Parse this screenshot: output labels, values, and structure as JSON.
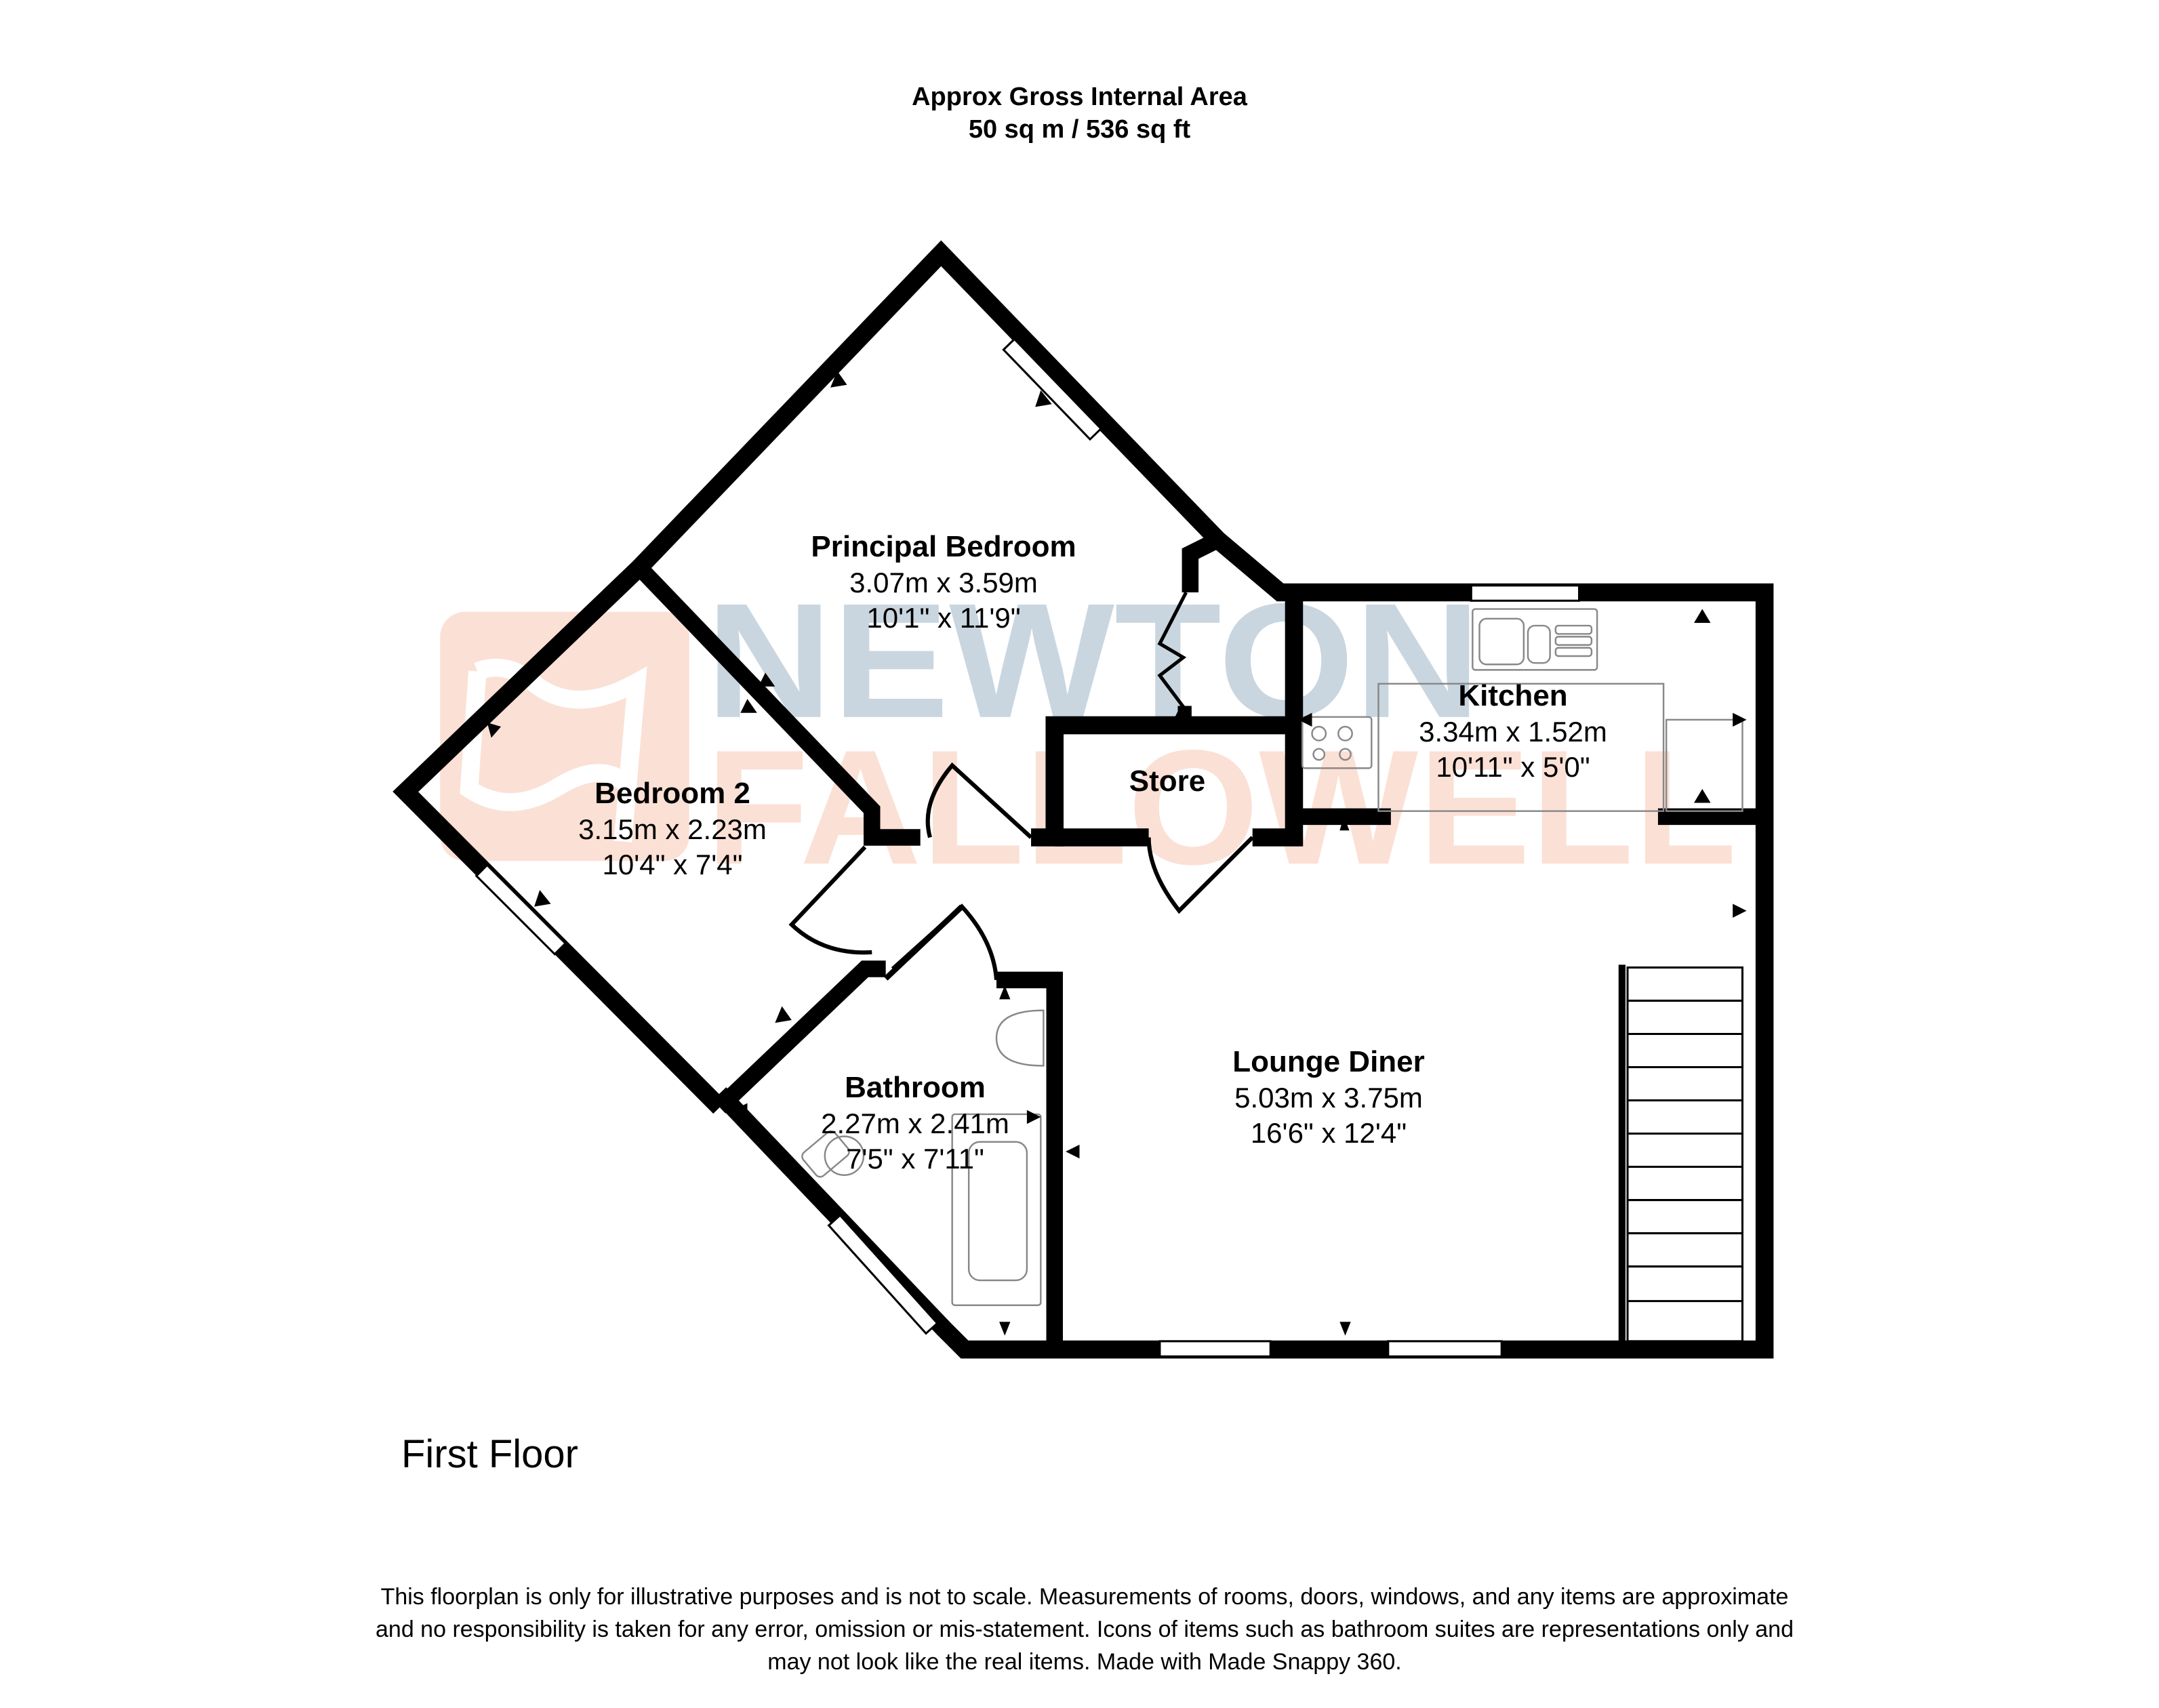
{
  "header": {
    "title": "Approx Gross Internal Area",
    "area": "50 sq m / 536 sq ft"
  },
  "watermark": {
    "line1": "NEWTON",
    "line2": "FALLOWELL",
    "color_line1": "#c9d6e0",
    "color_line2": "#fbe0d5",
    "logo_color": "#fbe0d5",
    "icon": "flag-icon"
  },
  "rooms": [
    {
      "name": "Principal Bedroom",
      "metric": "3.07m x 3.59m",
      "imperial": "10'1\" x 11'9\""
    },
    {
      "name": "Bedroom 2",
      "metric": "3.15m x 2.23m",
      "imperial": "10'4\" x 7'4\""
    },
    {
      "name": "Store"
    },
    {
      "name": "Kitchen",
      "metric": "3.34m x 1.52m",
      "imperial": "10'11\" x 5'0\""
    },
    {
      "name": "Bathroom",
      "metric": "2.27m x 2.41m",
      "imperial": "7'5\" x 7'11\""
    },
    {
      "name": "Lounge Diner",
      "metric": "5.03m x 3.75m",
      "imperial": "16'6\" x 12'4\""
    }
  ],
  "floor_label": "First Floor",
  "disclaimer": {
    "line1": "This floorplan is only for illustrative purposes and is not to scale. Measurements of rooms, doors, windows, and any items are approximate",
    "line2": "and no responsibility is taken for any error, omission or mis-statement. Icons of items such as bathroom suites are representations only and",
    "line3": "may not look like the real items. Made with Made Snappy 360."
  },
  "colors": {
    "wall": "#000000",
    "background": "#ffffff",
    "fixture_stroke": "#888888"
  }
}
